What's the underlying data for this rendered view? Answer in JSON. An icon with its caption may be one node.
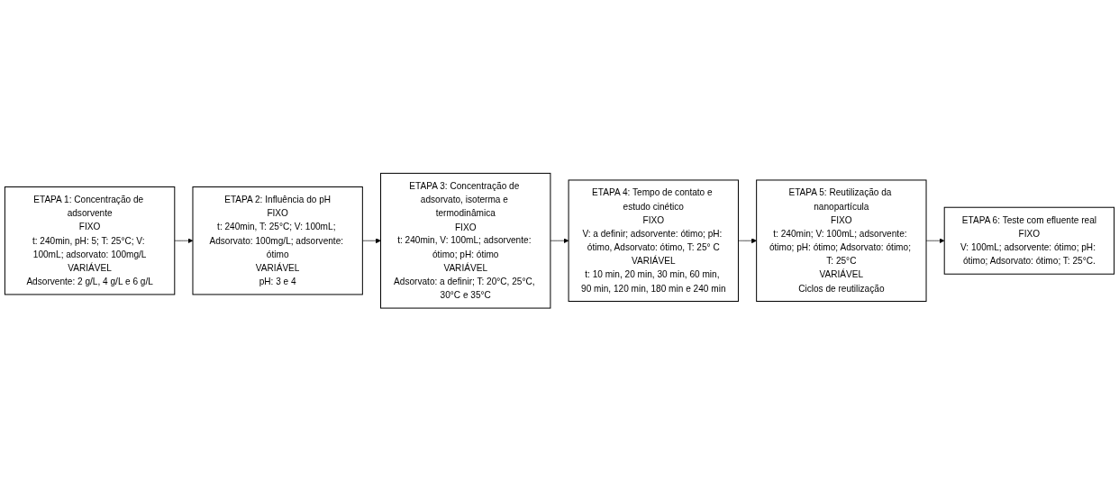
{
  "diagram": {
    "nodes": [
      {
        "text": [
          "ETAPA 1: Concentração de adsorvente",
          "FIXO",
          "t: 240min, pH: 5; T: 25°C; V: 100mL; adsorvato: 100mg/L",
          "VARIÁVEL",
          "Adsorvente: 2 g/L, 4 g/L e 6 g/L"
        ]
      },
      {
        "text": [
          "ETAPA 2: Influência do pH",
          "FIXO",
          "t: 240min, T: 25°C; V: 100mL; Adsorvato: 100mg/L; adsorvente: ótimo",
          "VARIÁVEL",
          "pH: 3 e 4"
        ]
      },
      {
        "text": [
          "ETAPA 3: Concentração de adsorvato, isoterma e termodinâmica",
          "FIXO",
          "t: 240min, V: 100mL; adsorvente: ótimo; pH: ótimo",
          "VARIÁVEL",
          "Adsorvato: a definir; T: 20°C, 25°C, 30°C e 35°C"
        ]
      },
      {
        "text": [
          "ETAPA 4: Tempo de contato e estudo cinético",
          "FIXO",
          "V: a definir; adsorvente: ótimo; pH: ótimo, Adsorvato: ótimo, T: 25° C",
          "VARIÁVEL",
          "t: 10 min, 20 min, 30 min, 60 min, 90 min, 120 min, 180 min e 240 min"
        ]
      },
      {
        "text": [
          "ETAPA 5: Reutilização da nanopartícula",
          "FIXO",
          "t: 240min; V: 100mL; adsorvente: ótimo; pH: ótimo; Adsorvato: ótimo; T: 25°C",
          "VARIÁVEL",
          "Ciclos de reutilização"
        ]
      },
      {
        "text": [
          "ETAPA 6: Teste com efluente real",
          "FIXO",
          "V: 100mL; adsorvente: ótimo; pH: ótimo; Adsorvato: ótimo; T: 25°C."
        ]
      }
    ],
    "edges": [
      {
        "from": 0,
        "to": 1,
        "arrow": "to"
      },
      {
        "from": 1,
        "to": 2,
        "arrow": "to"
      },
      {
        "from": 2,
        "to": 3,
        "arrow": "to"
      },
      {
        "from": 3,
        "to": 4,
        "arrow": "to"
      },
      {
        "from": 4,
        "to": 5,
        "arrow": "to"
      }
    ]
  }
}
